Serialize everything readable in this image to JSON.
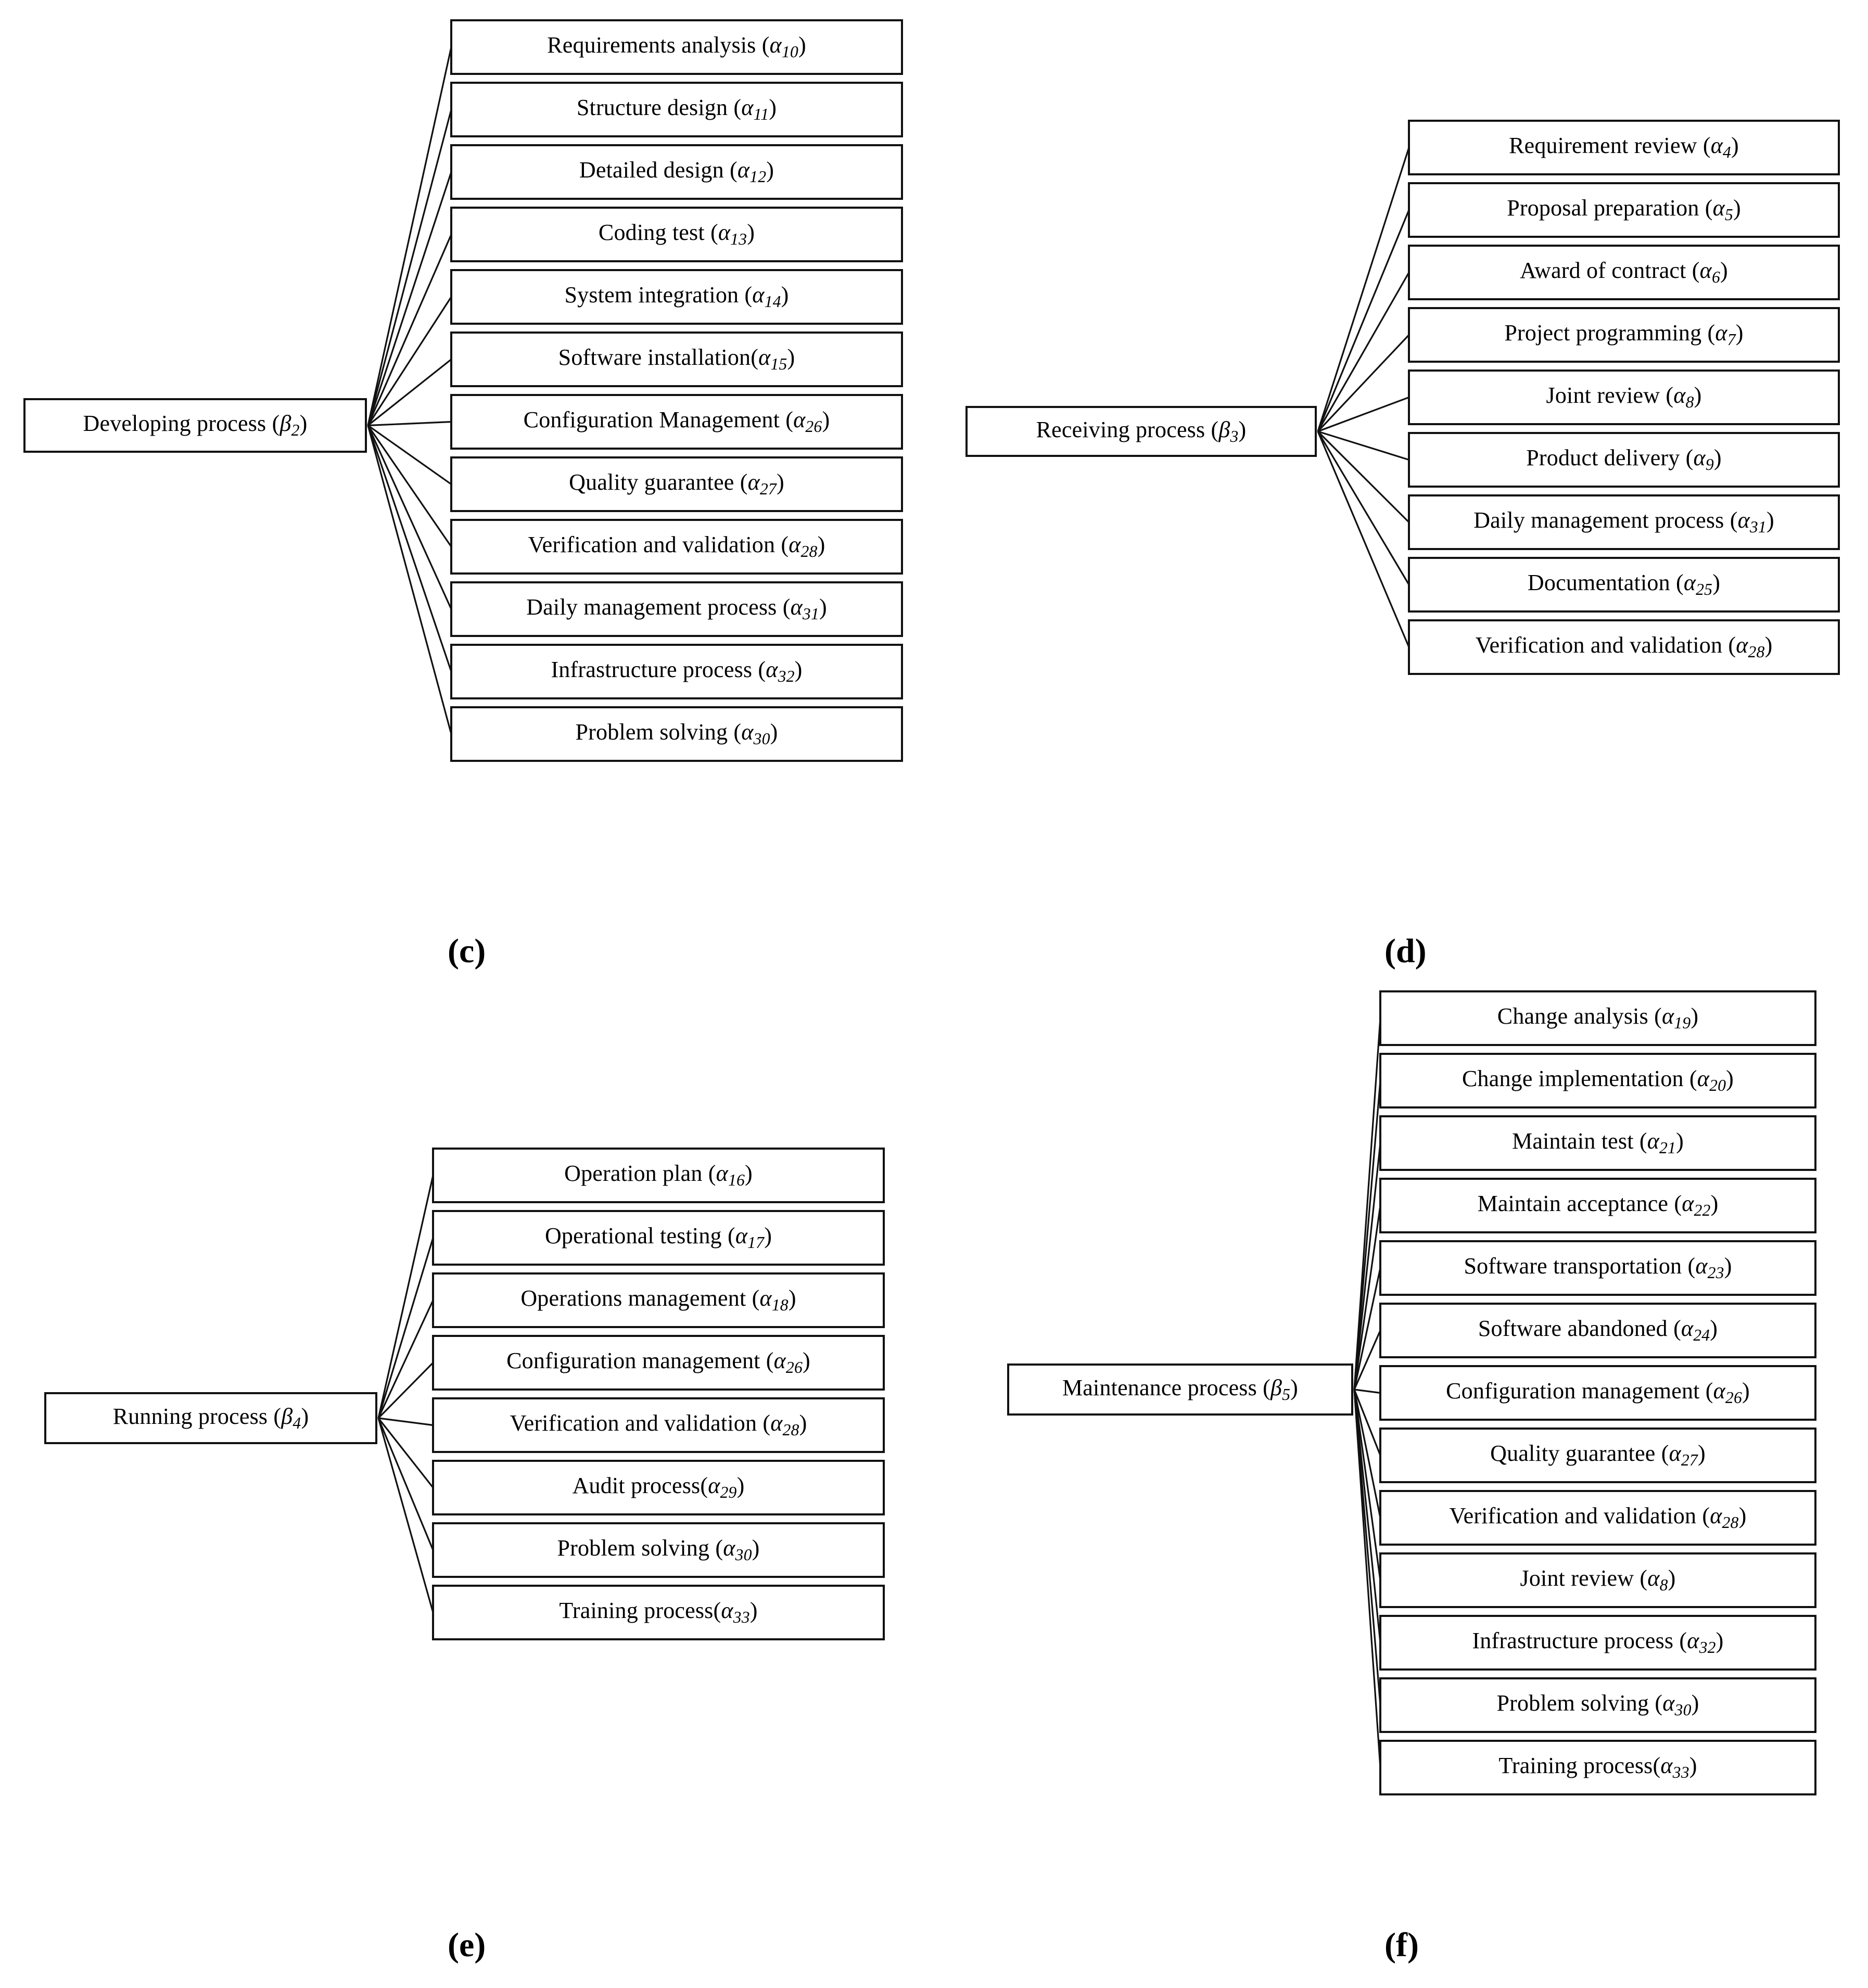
{
  "figure": {
    "background": "#ffffff",
    "line_color": "#111111",
    "box_border_color": "#111111"
  },
  "panels": [
    {
      "key": "c",
      "caption": "(c)",
      "parent": {
        "name": "Developing process",
        "symbol": "β",
        "subscript": "2"
      },
      "children": [
        {
          "name": "Requirements analysis",
          "symbol": "α",
          "subscript": "10"
        },
        {
          "name": "Structure design",
          "symbol": "α",
          "subscript": "11"
        },
        {
          "name": "Detailed design",
          "symbol": "α",
          "subscript": "12"
        },
        {
          "name": "Coding test",
          "symbol": "α",
          "subscript": "13"
        },
        {
          "name": "System integration",
          "symbol": "α",
          "subscript": "14"
        },
        {
          "name": "Software installation",
          "symbol": "α",
          "subscript": "15",
          "nospace": true
        },
        {
          "name": "Configuration Management",
          "symbol": "α",
          "subscript": "26"
        },
        {
          "name": "Quality guarantee",
          "symbol": "α",
          "subscript": "27"
        },
        {
          "name": "Verification and validation",
          "symbol": "α",
          "subscript": "28"
        },
        {
          "name": "Daily management process",
          "symbol": "α",
          "subscript": "31"
        },
        {
          "name": "Infrastructure process",
          "symbol": "α",
          "subscript": "32"
        },
        {
          "name": "Problem solving",
          "symbol": "α",
          "subscript": "30"
        }
      ]
    },
    {
      "key": "d",
      "caption": "(d)",
      "parent": {
        "name": "Receiving process",
        "symbol": "β",
        "subscript": "3"
      },
      "children": [
        {
          "name": "Requirement review",
          "symbol": "α",
          "subscript": "4"
        },
        {
          "name": "Proposal preparation",
          "symbol": "α",
          "subscript": "5"
        },
        {
          "name": "Award of contract",
          "symbol": "α",
          "subscript": "6"
        },
        {
          "name": "Project programming",
          "symbol": "α",
          "subscript": "7"
        },
        {
          "name": "Joint review",
          "symbol": "α",
          "subscript": "8"
        },
        {
          "name": "Product delivery",
          "symbol": "α",
          "subscript": "9"
        },
        {
          "name": "Daily management process",
          "symbol": "α",
          "subscript": "31"
        },
        {
          "name": "Documentation",
          "symbol": "α",
          "subscript": "25"
        },
        {
          "name": "Verification and validation",
          "symbol": "α",
          "subscript": "28"
        }
      ]
    },
    {
      "key": "e",
      "caption": "(e)",
      "parent": {
        "name": "Running process",
        "symbol": "β",
        "subscript": "4"
      },
      "children": [
        {
          "name": "Operation plan",
          "symbol": "α",
          "subscript": "16"
        },
        {
          "name": "Operational testing",
          "symbol": "α",
          "subscript": "17"
        },
        {
          "name": "Operations management",
          "symbol": "α",
          "subscript": "18"
        },
        {
          "name": "Configuration management",
          "symbol": "α",
          "subscript": "26"
        },
        {
          "name": "Verification and validation",
          "symbol": "α",
          "subscript": "28"
        },
        {
          "name": "Audit process",
          "symbol": "α",
          "subscript": "29",
          "nospace": true
        },
        {
          "name": "Problem solving",
          "symbol": "α",
          "subscript": "30"
        },
        {
          "name": "Training process",
          "symbol": "α",
          "subscript": "33",
          "nospace": true
        }
      ]
    },
    {
      "key": "f",
      "caption": "(f)",
      "parent": {
        "name": "Maintenance process",
        "symbol": "β",
        "subscript": "5"
      },
      "children": [
        {
          "name": "Change analysis",
          "symbol": "α",
          "subscript": "19"
        },
        {
          "name": "Change implementation",
          "symbol": "α",
          "subscript": "20"
        },
        {
          "name": "Maintain test",
          "symbol": "α",
          "subscript": "21"
        },
        {
          "name": "Maintain acceptance",
          "symbol": "α",
          "subscript": "22"
        },
        {
          "name": "Software transportation",
          "symbol": "α",
          "subscript": "23"
        },
        {
          "name": "Software abandoned",
          "symbol": "α",
          "subscript": "24"
        },
        {
          "name": "Configuration management",
          "symbol": "α",
          "subscript": "26"
        },
        {
          "name": "Quality guarantee",
          "symbol": "α",
          "subscript": "27"
        },
        {
          "name": "Verification and validation",
          "symbol": "α",
          "subscript": "28"
        },
        {
          "name": "Joint review",
          "symbol": "α",
          "subscript": "8"
        },
        {
          "name": "Infrastructure process",
          "symbol": "α",
          "subscript": "32"
        },
        {
          "name": "Problem solving",
          "symbol": "α",
          "subscript": "30"
        },
        {
          "name": "Training process",
          "symbol": "α",
          "subscript": "33",
          "nospace": true
        }
      ]
    }
  ]
}
